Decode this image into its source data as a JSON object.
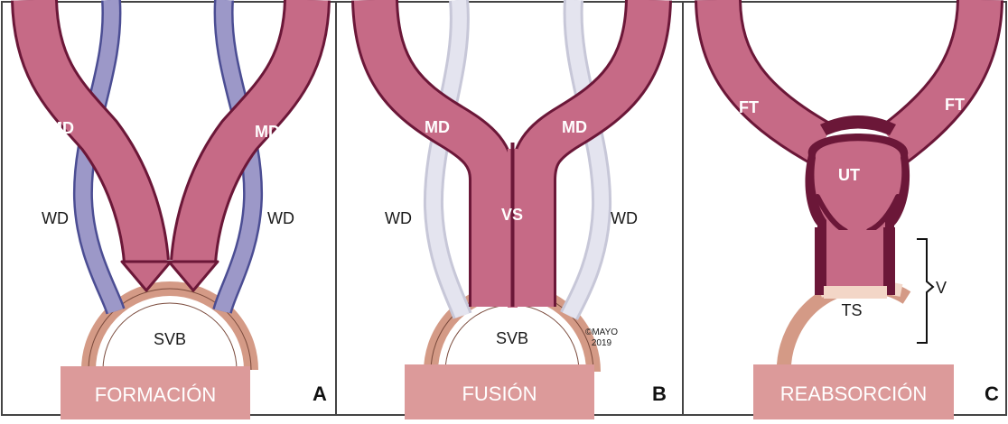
{
  "panels": [
    {
      "letter": "A",
      "stage": "FORMACIÓN",
      "labels": {
        "md_left": "MD",
        "md_right": "MD",
        "wd_left": "WD",
        "wd_right": "WD",
        "svb": "SVB"
      }
    },
    {
      "letter": "B",
      "stage": "FUSIÓN",
      "labels": {
        "md_left": "MD",
        "md_right": "MD",
        "vs": "VS",
        "wd_left": "WD",
        "wd_right": "WD",
        "svb": "SVB",
        "copyright_line1": "©MAYO",
        "copyright_line2": "2019"
      }
    },
    {
      "letter": "C",
      "stage": "REABSORCIÓN",
      "labels": {
        "ft_left": "FT",
        "ft_right": "FT",
        "ut": "UT",
        "ts": "TS",
        "v": "V"
      }
    }
  ],
  "colors": {
    "duct_fill": "#c66a86",
    "duct_outline": "#6b1738",
    "wolffian_fill": "#9c98c8",
    "wolffian_outline": "#4b4d93",
    "wolffian_faded_fill": "#dcdcea",
    "wolffian_faded_outline": "#c7c7d8",
    "sinus_outline": "#d49a86",
    "sinus_fill": "#f4c9ad",
    "stage_box": "#dc9a9a",
    "panel_border": "#444444"
  }
}
